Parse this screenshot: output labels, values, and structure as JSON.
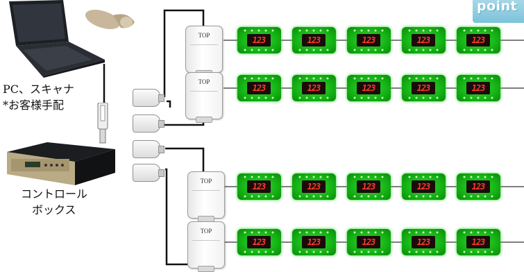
{
  "labels": {
    "pc_line1": "PC、スキャナ",
    "pc_line2": "*お客様手配",
    "box_line1": "コントロール",
    "box_line2": "ボックス"
  },
  "unit_label": "TOP",
  "display_text": "123",
  "badge": "point",
  "colors": {
    "display_green": "#17b617",
    "segment_red": "#ff3b2a",
    "badge_blue": "#8fcbe0"
  },
  "icons": {
    "laptop": "laptop-icon",
    "scanner": "barcode-scanner-icon",
    "control_box": "control-box-icon",
    "cable_plug": "usb-plug-icon"
  }
}
